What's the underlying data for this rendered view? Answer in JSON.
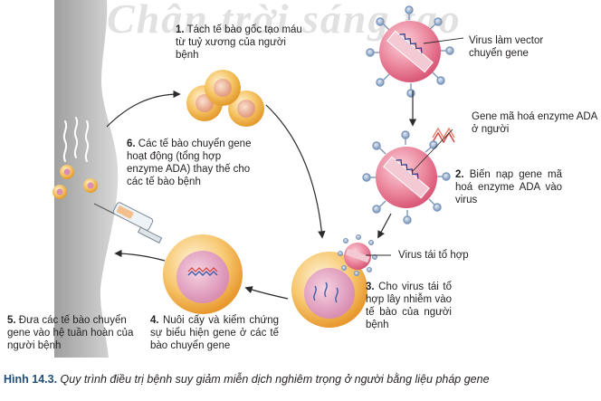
{
  "watermark": "Chân trời sáng tạo",
  "steps": {
    "s1": {
      "num": "1.",
      "text": "Tách tế bào gốc tạo máu từ tuỷ xương của người bệnh"
    },
    "s2": {
      "num": "2.",
      "text": "Biến nạp gene mã hoá enzyme ADA vào virus"
    },
    "s3": {
      "num": "3.",
      "text": "Cho virus tái tổ hợp lây nhiễm vào tế bào của người bệnh"
    },
    "s4": {
      "num": "4.",
      "text": "Nuôi cấy và kiểm chứng sự biểu hiện gene ở các tế bào chuyển gene"
    },
    "s5": {
      "num": "5.",
      "text": "Đưa các tế bào chuyển gene vào hệ tuần hoàn của người bệnh"
    },
    "s6": {
      "num": "6.",
      "text": "Các tế bào chuyển gene hoạt động (tổng hợp enzyme ADA) thay thế cho các tế bào bệnh"
    }
  },
  "callouts": {
    "virus_vector": "Virus làm vector chuyển gene",
    "ada_gene": "Gene mã hoá enzyme ADA ở người",
    "recombinant_virus": "Virus tái tổ hợp"
  },
  "caption": {
    "number": "Hình 14.3.",
    "text": "Quy trình điều trị bệnh suy giảm miễn dịch nghiêm trọng ở người bằng liệu pháp gene"
  },
  "colors": {
    "body_silhouette": "#bdbdbd",
    "stem_cell": "#f2b04a",
    "stem_cell_nucleus": "#e8a07c",
    "virus_capsid": "#e46a86",
    "virus_spike": "#8fa8c8",
    "cultured_cell": "#f4a640",
    "arrow": "#2b2b2b",
    "figure_number": "#1f4e79"
  }
}
